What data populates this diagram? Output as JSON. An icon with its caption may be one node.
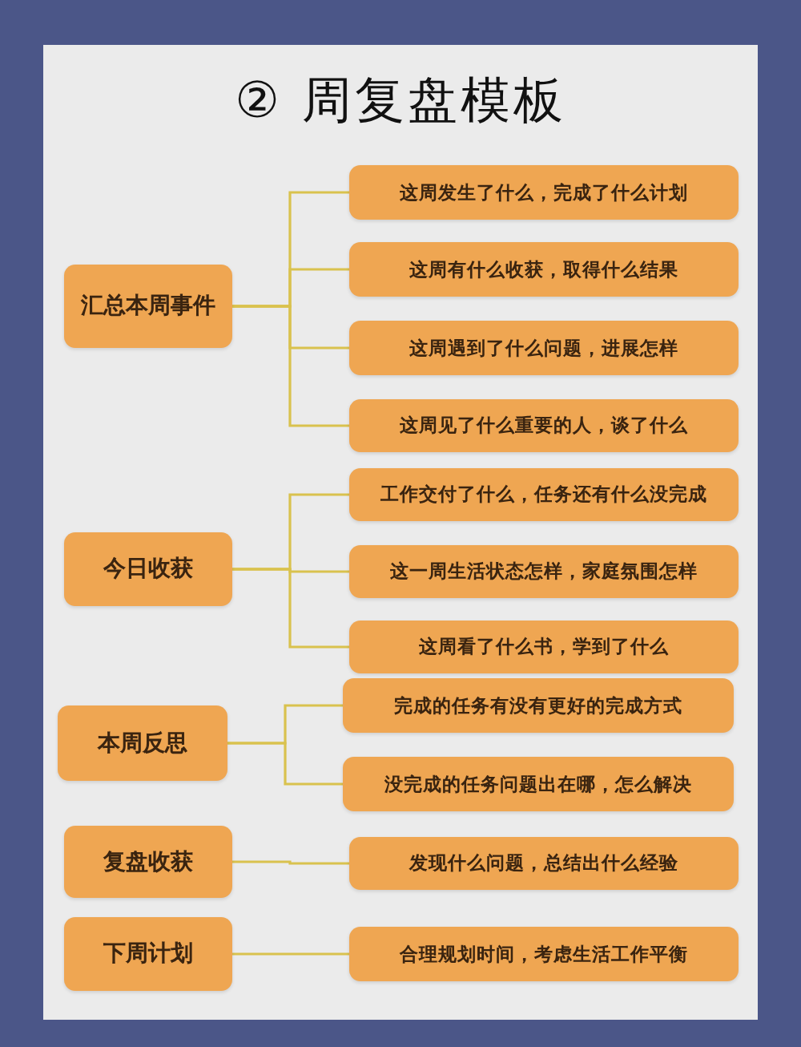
{
  "diagram": {
    "title": "② 周复盘模板",
    "nodes": [
      {
        "text": [
          "汇总本周事件"
        ]
      },
      {
        "text": [
          "这周发生了什么，完成了什么计划"
        ]
      },
      {
        "text": [
          "这周有什么收获，取得什么结果"
        ]
      },
      {
        "text": [
          "这周遇到了什么问题，进展怎样"
        ]
      },
      {
        "text": [
          "这周见了什么重要的人，谈了什么"
        ]
      },
      {
        "text": [
          "今日收获"
        ]
      },
      {
        "text": [
          "工作交付了什么，任务还有什么没完成"
        ]
      },
      {
        "text": [
          "这一周生活状态怎样，家庭氛围怎样"
        ]
      },
      {
        "text": [
          "这周看了什么书，学到了什么"
        ]
      },
      {
        "text": [
          "本周反思"
        ]
      },
      {
        "text": [
          "完成的任务有没有更好的完成方式"
        ]
      },
      {
        "text": [
          "没完成的任务问题出在哪，怎么解决"
        ]
      },
      {
        "text": [
          "复盘收获"
        ]
      },
      {
        "text": [
          "发现什么问题，总结出什么经验"
        ]
      },
      {
        "text": [
          "下周计划"
        ]
      },
      {
        "text": [
          "合理规划时间，考虑生活工作平衡"
        ]
      }
    ],
    "edges": [
      {
        "from": 0,
        "to": 1,
        "arrow": "none"
      },
      {
        "from": 0,
        "to": 2,
        "arrow": "none"
      },
      {
        "from": 0,
        "to": 3,
        "arrow": "none"
      },
      {
        "from": 0,
        "to": 4,
        "arrow": "none"
      },
      {
        "from": 5,
        "to": 6,
        "arrow": "none"
      },
      {
        "from": 5,
        "to": 7,
        "arrow": "none"
      },
      {
        "from": 5,
        "to": 8,
        "arrow": "none"
      },
      {
        "from": 9,
        "to": 10,
        "arrow": "none"
      },
      {
        "from": 9,
        "to": 11,
        "arrow": "none"
      },
      {
        "from": 12,
        "to": 13,
        "arrow": "none"
      },
      {
        "from": 14,
        "to": 15,
        "arrow": "none"
      }
    ]
  }
}
